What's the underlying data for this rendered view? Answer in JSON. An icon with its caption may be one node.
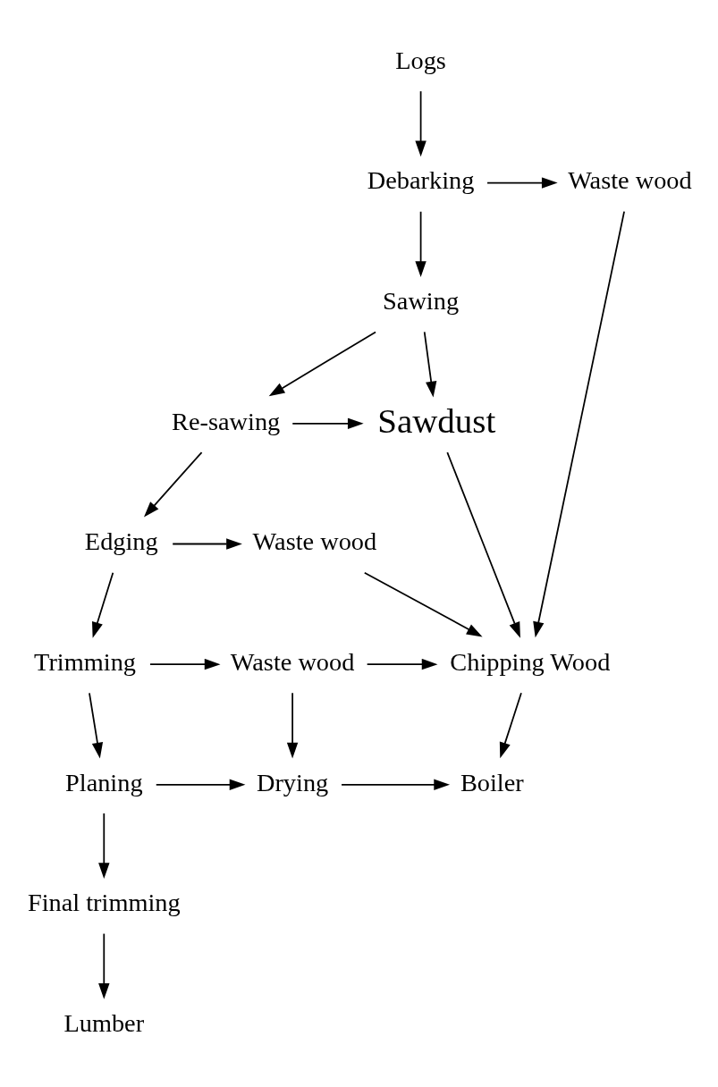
{
  "diagram": {
    "nodes": [
      {
        "text": [
          "Logs"
        ]
      },
      {
        "text": [
          "Debarking"
        ]
      },
      {
        "text": [
          "Waste wood"
        ]
      },
      {
        "text": [
          "Sawing"
        ]
      },
      {
        "text": [
          "Re-sawing"
        ]
      },
      {
        "text": [
          "Sawdust"
        ]
      },
      {
        "text": [
          "Edging"
        ]
      },
      {
        "text": [
          "Waste wood"
        ]
      },
      {
        "text": [
          "Trimming"
        ]
      },
      {
        "text": [
          "Waste wood"
        ]
      },
      {
        "text": [
          "Chipping Wood"
        ]
      },
      {
        "text": [
          "Planing"
        ]
      },
      {
        "text": [
          "Drying"
        ]
      },
      {
        "text": [
          "Boiler"
        ]
      },
      {
        "text": [
          "Final trimming"
        ]
      },
      {
        "text": [
          "Lumber"
        ]
      }
    ],
    "edges": [
      {
        "from": 0,
        "to": 1,
        "arrow": "to"
      },
      {
        "from": 1,
        "to": 2,
        "arrow": "to"
      },
      {
        "from": 1,
        "to": 3,
        "arrow": "to"
      },
      {
        "from": 3,
        "to": 5,
        "arrow": "to"
      },
      {
        "from": 3,
        "to": 4,
        "arrow": "to"
      },
      {
        "from": 4,
        "to": 5,
        "arrow": "to"
      },
      {
        "from": 4,
        "to": 6,
        "arrow": "to"
      },
      {
        "from": 2,
        "to": 10,
        "arrow": "to"
      },
      {
        "from": 5,
        "to": 10,
        "arrow": "to"
      },
      {
        "from": 6,
        "to": 7,
        "arrow": "to"
      },
      {
        "from": 6,
        "to": 8,
        "arrow": "to"
      },
      {
        "from": 7,
        "to": 10,
        "arrow": "to"
      },
      {
        "from": 8,
        "to": 9,
        "arrow": "to"
      },
      {
        "from": 9,
        "to": 10,
        "arrow": "to"
      },
      {
        "from": 9,
        "to": 12,
        "arrow": "to"
      },
      {
        "from": 10,
        "to": 13,
        "arrow": "to"
      },
      {
        "from": 8,
        "to": 11,
        "arrow": "to"
      },
      {
        "from": 11,
        "to": 12,
        "arrow": "to"
      },
      {
        "from": 12,
        "to": 13,
        "arrow": "to"
      },
      {
        "from": 11,
        "to": 14,
        "arrow": "to"
      },
      {
        "from": 14,
        "to": 15,
        "arrow": "to"
      }
    ]
  }
}
